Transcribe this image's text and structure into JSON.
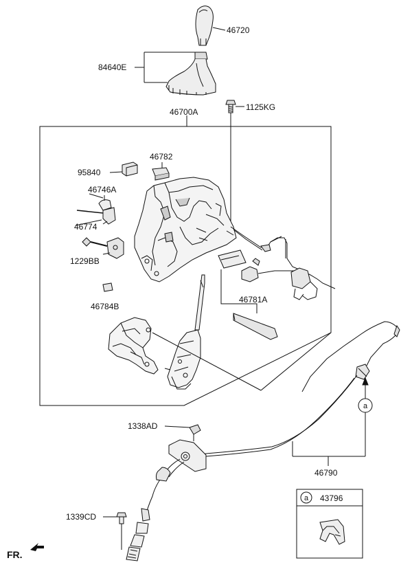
{
  "labels": {
    "p46720": "46720",
    "p84640E": "84640E",
    "p1125KG": "1125KG",
    "p46700A": "46700A",
    "p46782": "46782",
    "p95840": "95840",
    "p46746A": "46746A",
    "p46774": "46774",
    "p1229BB": "1229BB",
    "p46784B": "46784B",
    "p46781A": "46781A",
    "p1338AD": "1338AD",
    "p46790": "46790",
    "p1339CD": "1339CD",
    "p43796": "43796",
    "circle_a": "a",
    "circle_a_legend": "a",
    "fr": "FR."
  },
  "colors": {
    "line": "#111111",
    "part_fill": "#f2f2f2",
    "part_shade": "#bdbdbd"
  }
}
